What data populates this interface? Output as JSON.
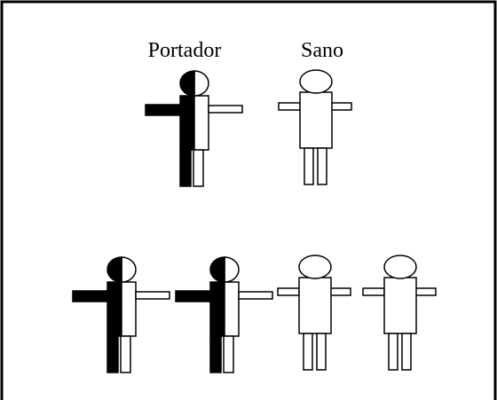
{
  "labels": {
    "carrier": "Portador",
    "healthy": "Sano"
  },
  "figures": [
    {
      "row": 1,
      "status": "carrier"
    },
    {
      "row": 1,
      "status": "healthy"
    },
    {
      "row": 2,
      "status": "carrier"
    },
    {
      "row": 2,
      "status": "carrier"
    },
    {
      "row": 2,
      "status": "healthy"
    },
    {
      "row": 2,
      "status": "healthy"
    }
  ],
  "colors": {
    "ink": "#000000",
    "paper": "#ffffff"
  }
}
